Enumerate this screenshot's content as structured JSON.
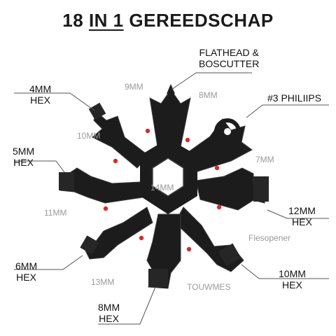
{
  "title": {
    "part1": "18",
    "part2": "IN 1",
    "part3": "GEREEDSCHAP"
  },
  "colors": {
    "tool": "#1c1c1c",
    "tool_edge": "#3a3a3a",
    "dot": "#d62b2b",
    "line": "#555555",
    "gray_label": "#9a9a9a"
  },
  "labels": {
    "flathead": [
      "FLATHEAD &",
      "BOSCUTTER"
    ],
    "hex4": [
      "4MM",
      "HEX"
    ],
    "phillips": "#3 PHILIIPS",
    "hex5": [
      "5MM",
      "HEX"
    ],
    "hex12": [
      "12MM",
      "HEX"
    ],
    "hex6": [
      "6MM",
      "HEX"
    ],
    "hex10": [
      "10MM",
      "HEX"
    ],
    "hex8": [
      "8MM",
      "HEX"
    ],
    "mm9": "9MM",
    "mm8": "8MM",
    "mm10": "10MM",
    "mm7": "7MM",
    "mm14": "14MM",
    "mm11": "11MM",
    "mm13": "13MM",
    "flesopener": "Flesopener",
    "touwmes": "TOUWMES"
  }
}
